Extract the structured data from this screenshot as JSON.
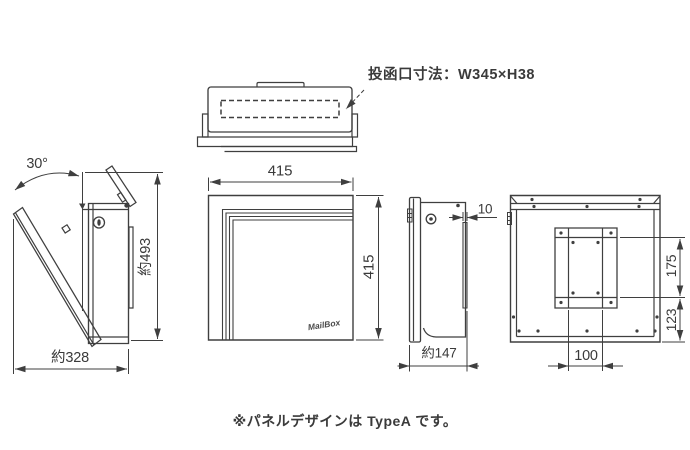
{
  "drawing": {
    "slot_note": "投函口寸法：W345×H38",
    "panel_note": "※パネルデザインは TypeA です。",
    "brand_logo": "MailBox",
    "views": {
      "side_open": {
        "angle": "30°",
        "height": "約493",
        "depth_open": "約328"
      },
      "front": {
        "width": "415",
        "height": "415"
      },
      "side": {
        "plate_thickness": "10",
        "depth": "約147"
      },
      "back": {
        "hole_pitch_upper": "175",
        "hole_pitch_lower": "123",
        "hole_pitch_width": "100"
      }
    },
    "colors": {
      "line": "#3f3f3f",
      "text": "#3a3a3a",
      "background": "#ffffff"
    }
  }
}
